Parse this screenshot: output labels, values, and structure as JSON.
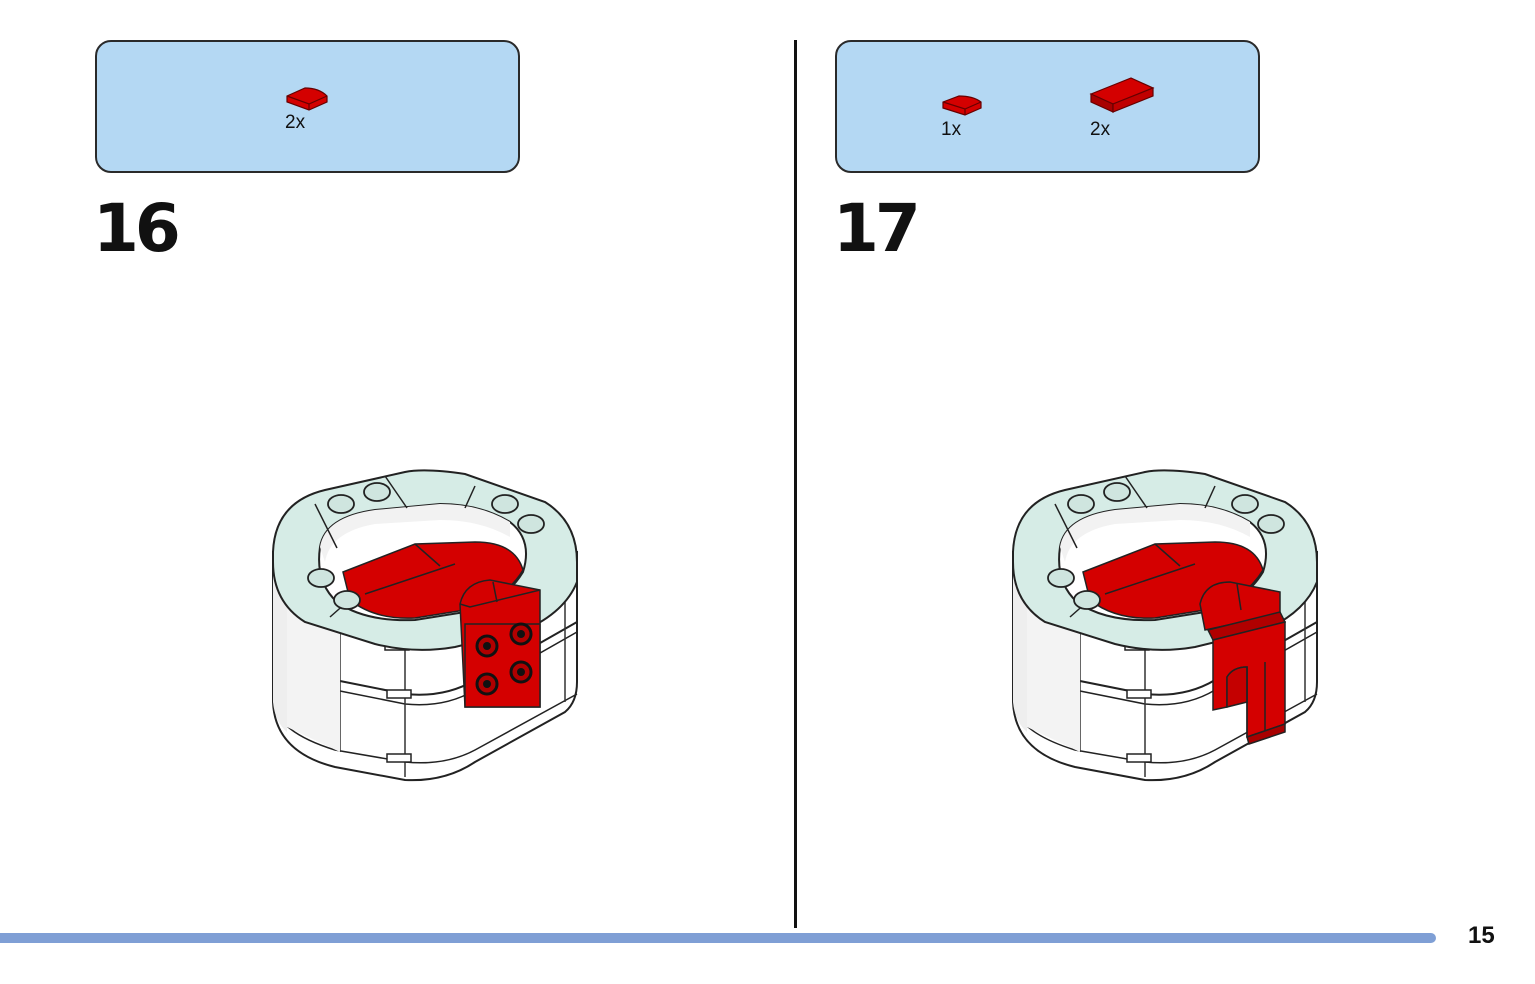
{
  "steps": [
    {
      "number": "16",
      "parts": [
        {
          "qty": "2x",
          "icon": "red-curved-tile-icon"
        }
      ]
    },
    {
      "number": "17",
      "parts": [
        {
          "qty": "1x",
          "icon": "red-curved-tile-icon"
        },
        {
          "qty": "2x",
          "icon": "red-flat-tile-icon"
        }
      ]
    }
  ],
  "page_number": "15",
  "colors": {
    "parts_box": "#b4d8f3",
    "brick_red": "#d40000",
    "trans_light": "#cfe9e2",
    "progress": "#7f9fd5"
  }
}
